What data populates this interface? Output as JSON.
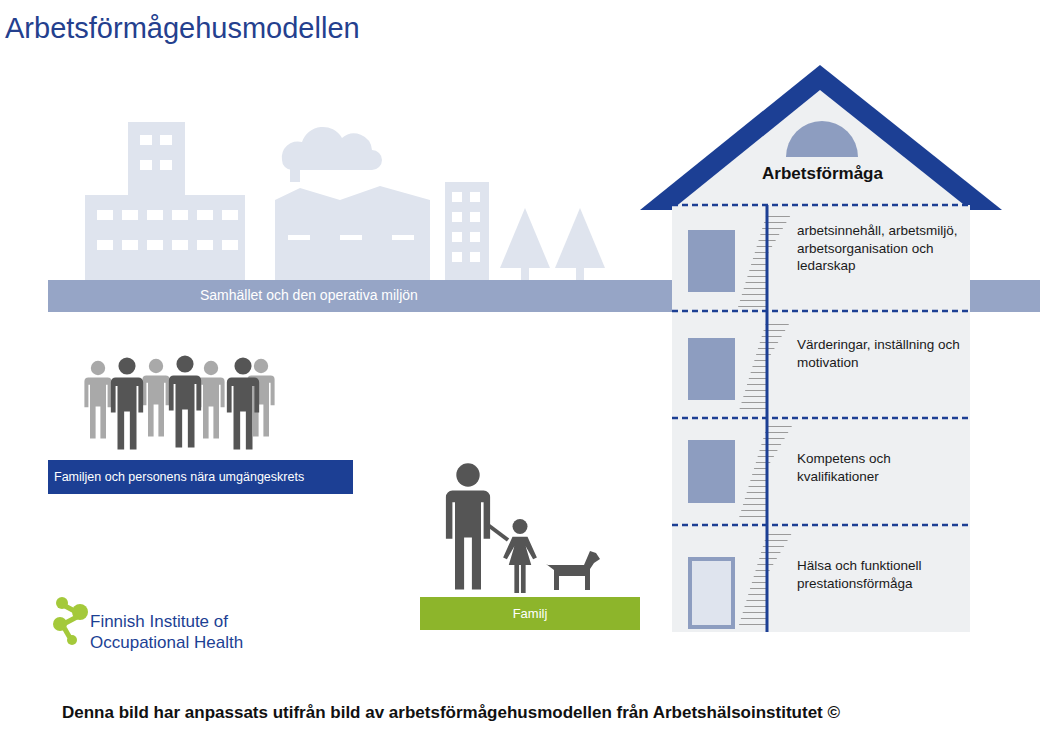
{
  "diagram": {
    "title": "Arbetsförmågehusmodellen",
    "caption": "Denna bild har anpassats utifrån bild av arbetsförmågehusmodellen från Arbetshälsoinstitutet ©",
    "nodes": [
      {
        "text": [
          "Arbetsförmåga"
        ]
      },
      {
        "text": [
          "arbetsinnehåll, arbetsmiljö, arbetsorganisation och ledarskap"
        ],
        "in": 0
      },
      {
        "text": [
          "Värderingar, inställning och motivation"
        ],
        "in": 0
      },
      {
        "text": [
          "Kompetens och kvalifikationer"
        ],
        "in": 0
      },
      {
        "text": [
          "Hälsa och funktionell prestationsförmåga"
        ],
        "in": 0
      },
      {
        "text": [
          "Samhället och den operativa miljön"
        ]
      },
      {
        "text": [
          "Familjen och personens nära umgängeskrets"
        ]
      },
      {
        "text": [
          "Familj"
        ]
      }
    ],
    "labels": [
      "Finnish Institute of Occupational Health"
    ]
  }
}
